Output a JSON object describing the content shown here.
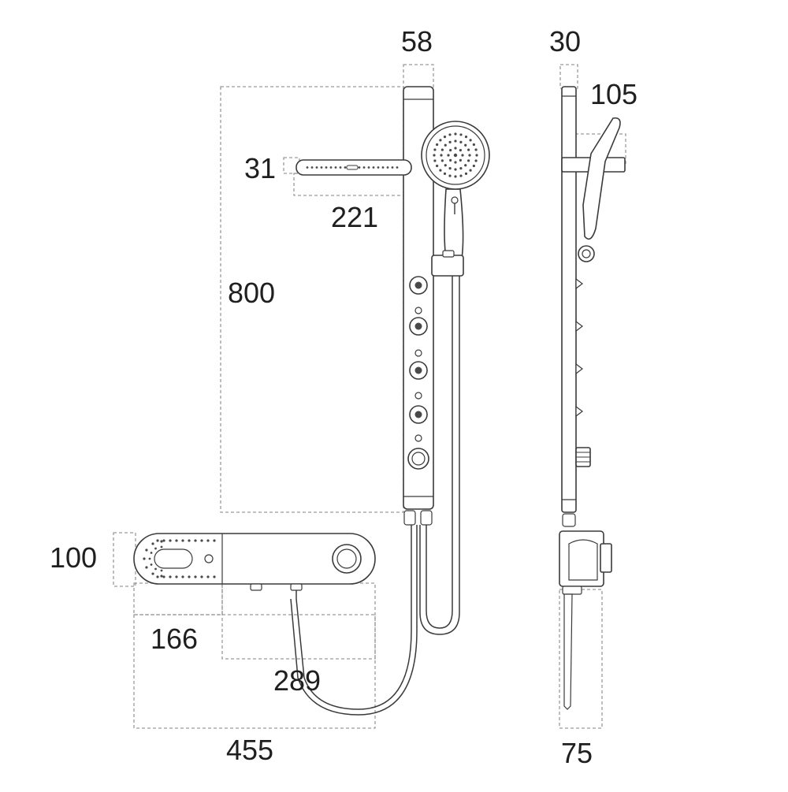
{
  "dimensions": {
    "panel_width": "58",
    "side_depth": "30",
    "handshower_offset": "105",
    "rain_bar_height": "31",
    "rain_bar_length": "221",
    "column_height": "800",
    "mixer_height": "100",
    "mixer_left_section": "166",
    "mixer_right_section": "289",
    "overall_width": "455",
    "bottom_depth": "75"
  },
  "colors": {
    "line": "#3a3a3a",
    "dimension": "#9a9a9a",
    "text": "#1f1f1f"
  }
}
